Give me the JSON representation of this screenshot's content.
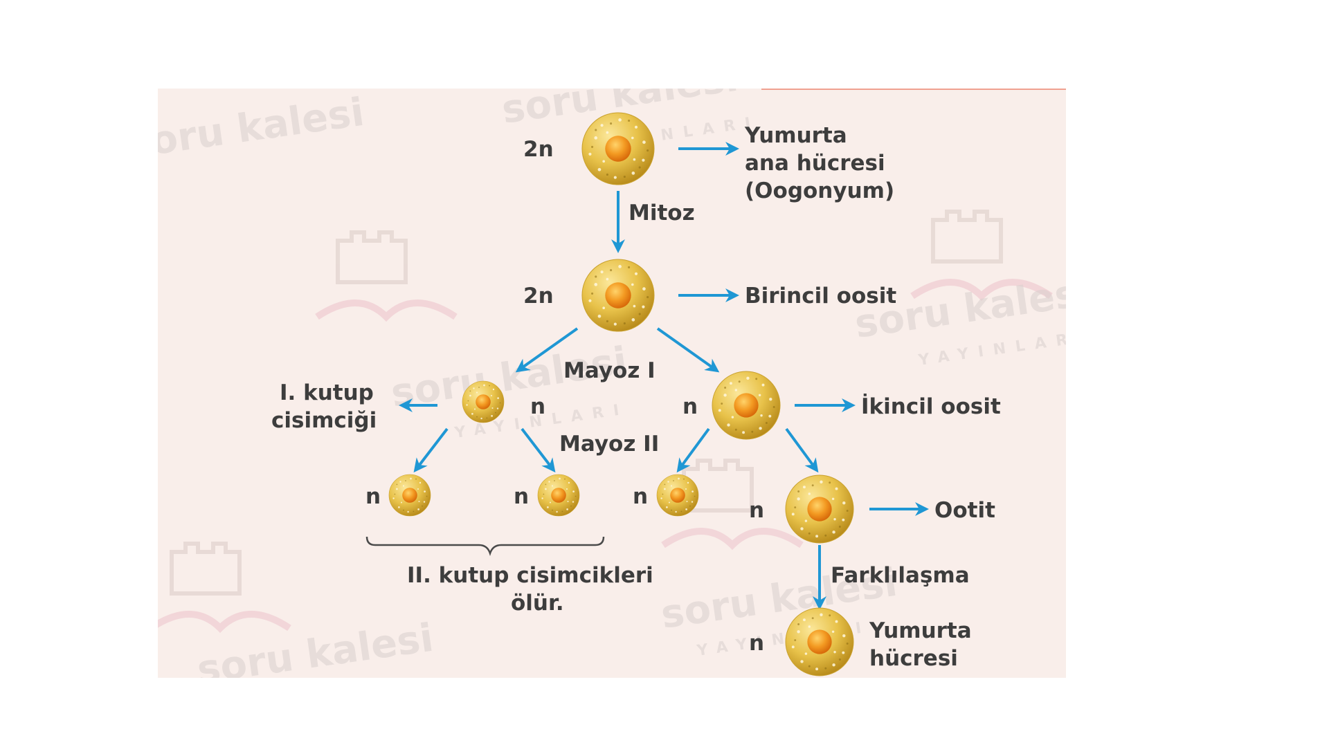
{
  "diagram": {
    "colors": {
      "background": "#f9eeea",
      "arrow": "#1f97d4",
      "text": "#3d3d3d",
      "cell_outer": "#e8c24a",
      "cell_nucleus": "#f08a1c"
    },
    "cells": {
      "oogonyum": {
        "ploidy": "2n",
        "label_lines": [
          "Yumurta",
          "ana hücresi",
          "(Oogonyum)"
        ]
      },
      "birincil_oosit": {
        "ploidy": "2n",
        "label": "Birincil oosit"
      },
      "first_polar_body": {
        "ploidy": "n",
        "label_lines": [
          "I. kutup",
          "cisimciği"
        ]
      },
      "ikincil_oosit": {
        "ploidy": "n",
        "label": "İkincil oosit"
      },
      "second_polar_bodies": [
        {
          "ploidy": "n"
        },
        {
          "ploidy": "n"
        },
        {
          "ploidy": "n"
        }
      ],
      "ootit": {
        "ploidy": "n",
        "label": "Ootit"
      },
      "yumurta_hucresi": {
        "ploidy": "n",
        "label_lines": [
          "Yumurta",
          "hücresi"
        ]
      }
    },
    "processes": {
      "mitoz": "Mitoz",
      "mayoz_1": "Mayoz I",
      "mayoz_2": "Mayoz II",
      "farklilasma": "Farklılaşma"
    },
    "brace_caption_lines": [
      "II. kutup cisimcikleri",
      "ölür."
    ],
    "watermark": {
      "brand": "soru kalesi",
      "sub": "YAYINLARI",
      "icon": "castle-book-logo"
    }
  }
}
